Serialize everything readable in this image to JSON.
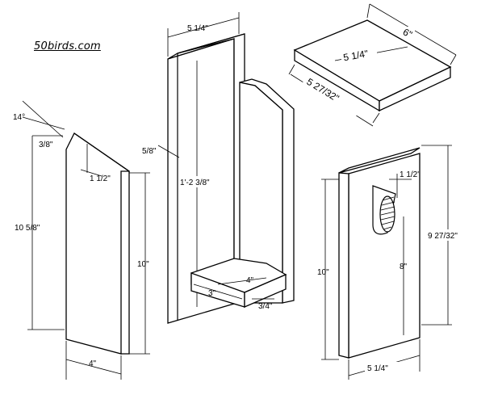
{
  "site": "50birds.com",
  "side_panel": {
    "angle": "14°",
    "top_offset": "3/8\"",
    "roof_notch": "1 1/2\"",
    "back_height": "10 5/8\"",
    "front_height": "10\"",
    "width": "4\""
  },
  "back_panel": {
    "width": "5 1/4\"",
    "thickness": "5/8\"",
    "height": "1'-2 3/8\""
  },
  "roof": {
    "width": "6\"",
    "inner": "5 1/4\"",
    "depth": "5 27/32\""
  },
  "floor": {
    "width": "3\"",
    "depth": "4\"",
    "thickness": "3/4\""
  },
  "front_panel": {
    "hole_offset": "1 1/2\"",
    "side_height": "10\"",
    "hole_height": "8\"",
    "total_height": "9 27/32\"",
    "width": "5 1/4\""
  }
}
